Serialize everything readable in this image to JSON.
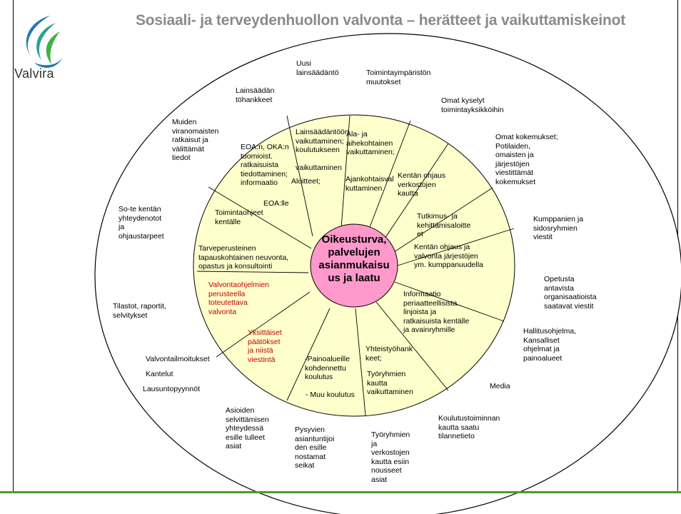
{
  "title": "Sosiaali- ja terveydenhuollon valvonta – herätteet ja vaikuttamiskeinot",
  "logo": {
    "text": "Valvira",
    "icon": "valvira-swirl-logo"
  },
  "colors": {
    "accent_green": "#4e9a2c",
    "inner_ring_fill": "#ffffcc",
    "center_fill": "#ff99cc",
    "red_text": "#c00000",
    "title_gray": "#8a8a8a"
  },
  "center": "Oikeusturva,\npalvelujen\nasianmukaisu\nus ja laatu",
  "inner_sectors": [
    "Lainsäädäntöön\nvaikuttaminen;\nkoulutukseen\n\nvaikuttaminen",
    "Ala- ja\naihekohtainen\nvaikuttaminen;",
    "Ajankohtaisval\nkuttaminen",
    "Kentän ohjaus\nverkostojen\nkautta",
    "Tutkimus- ja\nkehittämisaloitte\net",
    "Kentän ohjaus ja\nvalvonta järjestöjen\nym. kumppanuudella",
    "Informaatio\nperiaatteellisista\nlinjoista ja\nratkaisuista kentälle\nja avainryhmille",
    "Yhteistyöhank\nkeet;",
    "Työryhmien\nkautta\nvaikuttaminen",
    "-Painoalueille\nkohdennettu\nkoulutus",
    "- Muu koulutus",
    "Yksittäiset\npäätökset\nja niistä\nviestintä",
    "Valvontaohjelmien\nperusteella\ntoteutettava\nvalvonta",
    "Tarveperusteinen\ntapauskohtainen neuvonta,\nopastus ja konsultointi",
    "Toimintaohjeet\nkentälle",
    "EOA:lle",
    "EOA:n, OKA:n\ntuomioist.\nratkaisuista\ntiedottaminen;\ninformaatio",
    "Aloitteet;"
  ],
  "outer_items": [
    "Uusi\nlainsäädäntö",
    "Toimintaympäristön\nmuutokset",
    "Omat kyselyt\ntoimintayksikköihin",
    "Omat kokemukset;\nPotilaiden,\nomaisten ja\njärjestöjen\nviestittämät\nkokemukset",
    "Kumppanien ja\nsidosryhmien\nviestit",
    "Opetusta\nantavista\norganisaatioista\nsaatavat viestit",
    "Hallitusohjelma,\nKansalliset\nohjelmat ja\npainoalueet",
    "Media",
    "Koulutustoiminnan\nkautta saatu\ntilannetieto",
    "Työryhmien\nja\nverkostojen\nkautta esiin\nnousseet\nasiat",
    "Pysyvien\nasiantuntijoi\nden esille\nnostamat\nseikat",
    "Asioiden\nselvittämisen\nyhteydessä\nesille tulleet\nasiat",
    "Valvontailmoitukset",
    "Kantelut",
    "Lausuntopyynnöt",
    "Tilastot, raportit,\nselvitykset",
    "So-te kentän\nyhteydenotot\nja\nohjaustarpeet",
    "Muiden\nviranomaisten\nratkaisut ja\nvälittämät\ntiedot",
    "Lainsäädän\ntöhankkeet"
  ]
}
